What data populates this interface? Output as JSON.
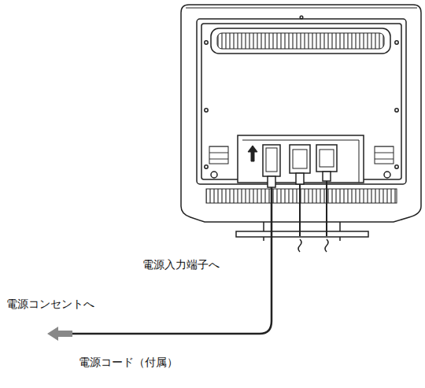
{
  "diagram": {
    "labels": [
      "電源入力端子へ",
      "電源コンセントへ",
      "電源コード（付属）"
    ]
  }
}
